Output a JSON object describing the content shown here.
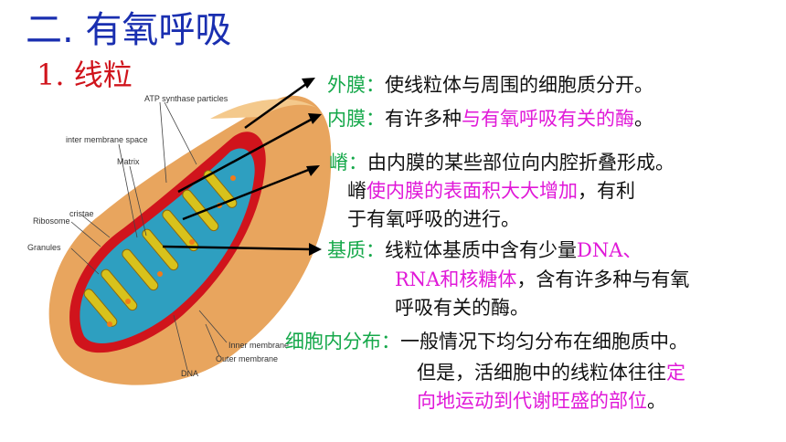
{
  "heading": "二. 有氧呼吸",
  "subheading": "1. 线粒",
  "diagram_labels": {
    "atp": "ATP synthase particles",
    "intermembrane": "inter membrane space",
    "matrix": "Matrix",
    "cristae": "cristae",
    "ribosome": "Ribosome",
    "granules": "Granules",
    "inner_membrane": "Inner membrane",
    "outer_membrane": "Outer membrane",
    "dna": "DNA"
  },
  "outer": {
    "term": "外膜：",
    "desc": "使线粒体与周围的细胞质分开。"
  },
  "inner": {
    "term": "内膜：",
    "desc_a": "有许多种",
    "desc_b": "与有氧呼吸有关的酶",
    "desc_c": "。"
  },
  "crista": {
    "term": "嵴：",
    "line1": "由内膜的某些部位向内腔折叠形成。",
    "line2_a": "嵴",
    "line2_b": "使内膜的表面积大大增加",
    "line2_c": "，有利",
    "line3": "于有氧呼吸的进行。"
  },
  "matrix": {
    "term": "基质：",
    "line1_a": "线粒体基质中含有少量",
    "line1_b": "DNA、",
    "line2_a": "RNA和核糖体",
    "line2_b": "，含有许多种与有氧",
    "line3": "呼吸有关的酶。"
  },
  "distribution": {
    "term": "细胞内分布：",
    "line1": "一般情况下均匀分布在细胞质中。",
    "line2_a": "但是，活细胞中的线粒体往往",
    "line2_b": "定",
    "line3_a": "向地运动到代谢旺盛的部位",
    "line3_b": "。"
  },
  "colors": {
    "heading": "#1a2fb0",
    "subheading": "#d0141c",
    "term": "#15a84a",
    "highlight": "#e019d8",
    "outer_membrane": "#e8a55e",
    "inner_membrane": "#d0141c",
    "matrix": "#2e9fc0",
    "cristae": "#d8c21c"
  }
}
